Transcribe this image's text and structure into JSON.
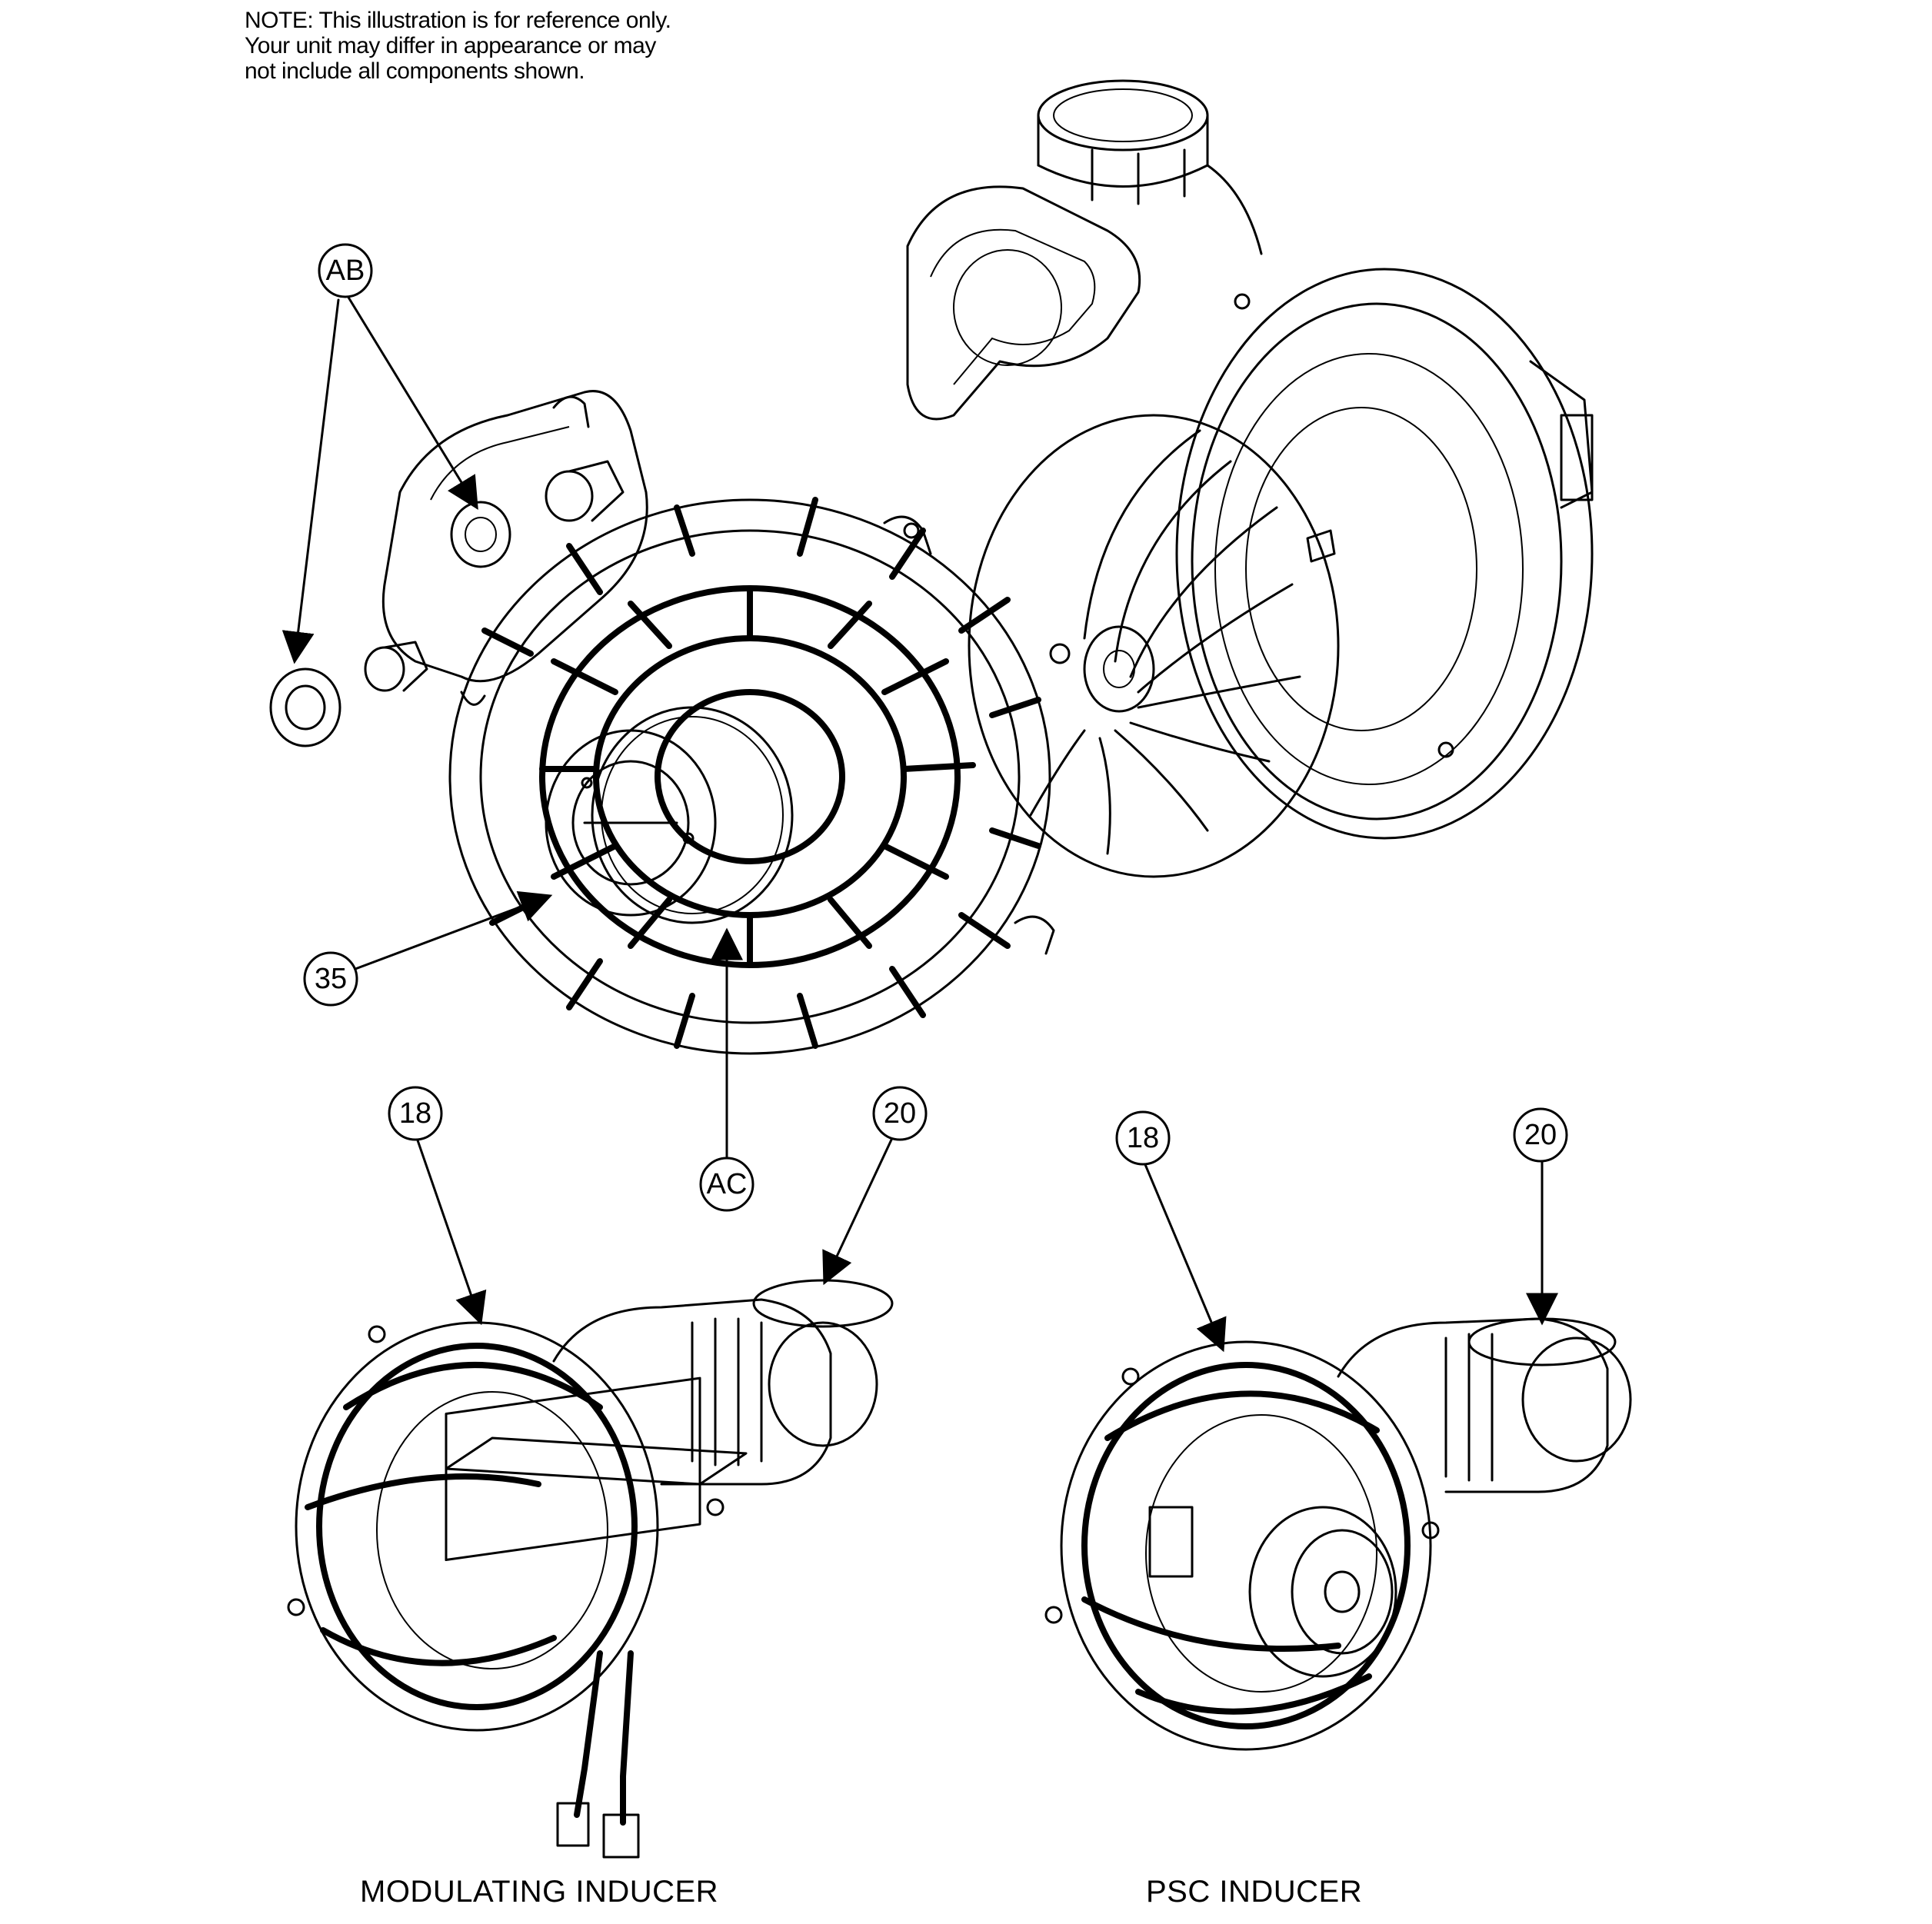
{
  "note": "NOTE: This illustration is for reference only. Your unit may differ in appearance or may not include all components shown.",
  "callouts": {
    "ab": "AB",
    "ac": "AC",
    "c35": "35",
    "mod_18": "18",
    "mod_20": "20",
    "psc_18": "18",
    "psc_20": "20"
  },
  "captions": {
    "modulating": "MODULATING INDUCER",
    "psc": "PSC INDUCER"
  }
}
